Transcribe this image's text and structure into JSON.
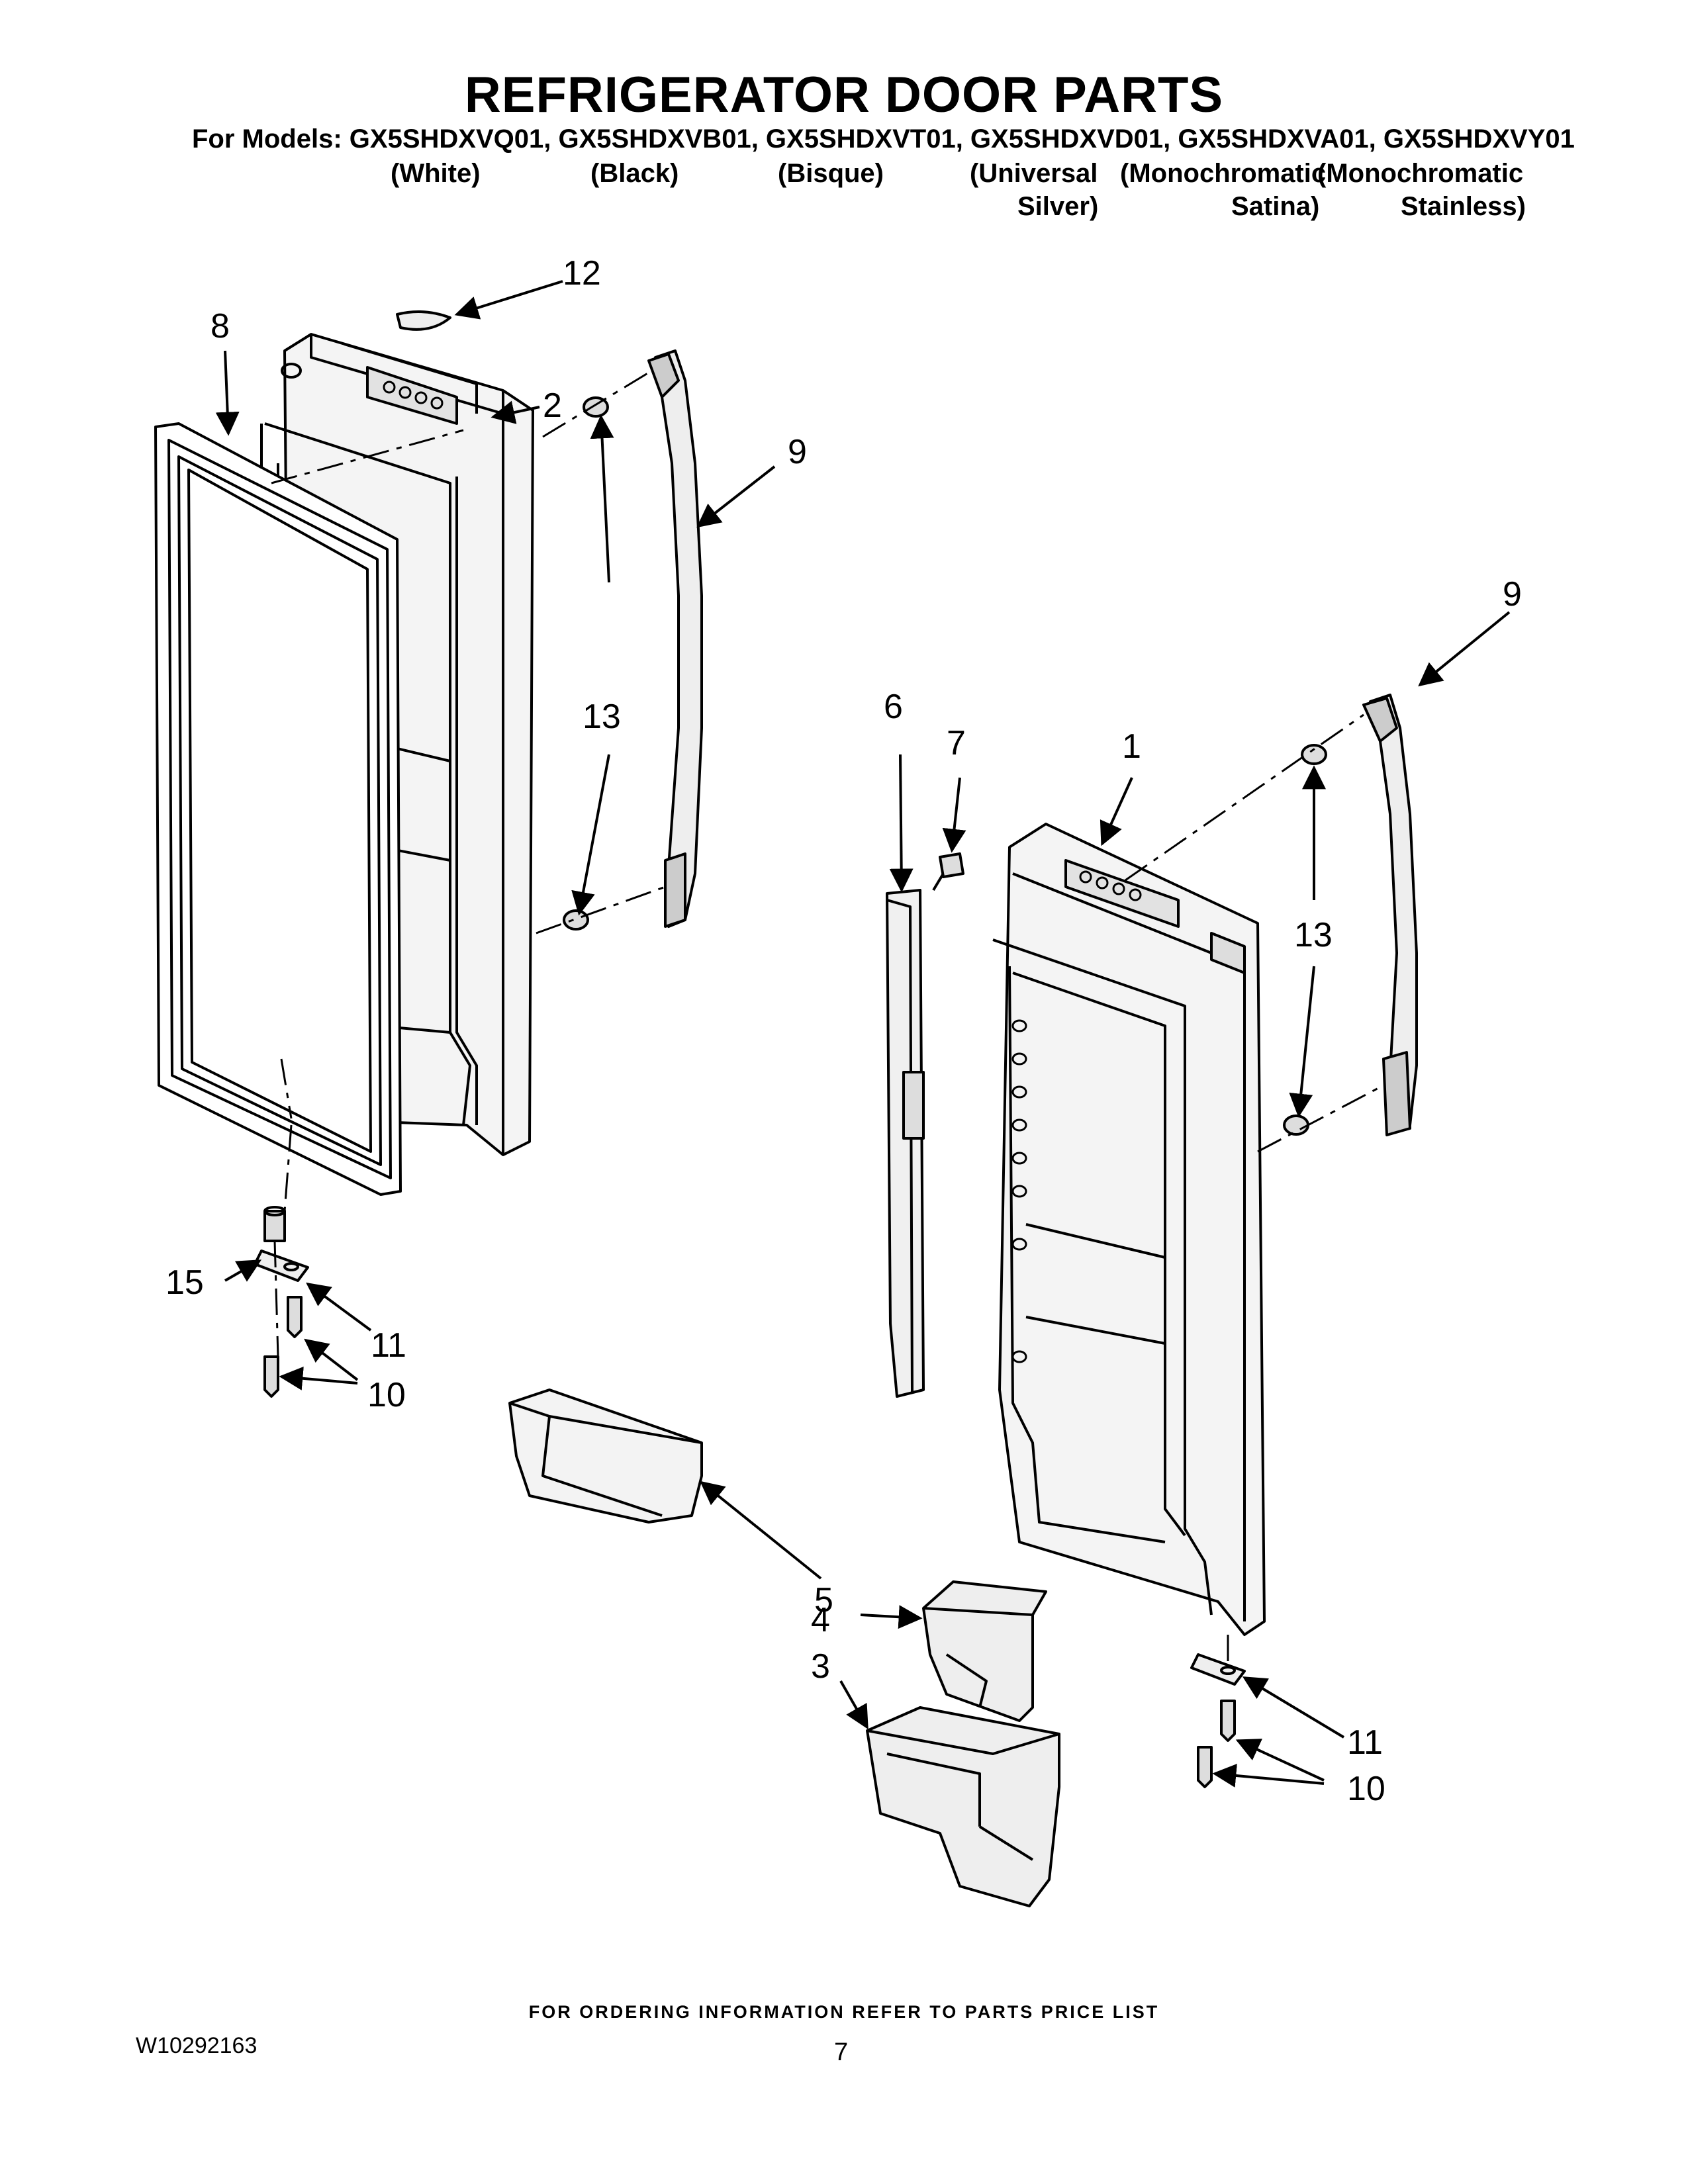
{
  "title": "REFRIGERATOR DOOR PARTS",
  "models_line": "For Models: GX5SHDXVQ01, GX5SHDXVB01, GX5SHDXVT01, GX5SHDXVD01, GX5SHDXVA01, GX5SHDXVY01",
  "variants": [
    {
      "line1": "(White)",
      "line2": ""
    },
    {
      "line1": "(Black)",
      "line2": ""
    },
    {
      "line1": "(Bisque)",
      "line2": ""
    },
    {
      "line1": "(Universal",
      "line2": "Silver)"
    },
    {
      "line1": "(Monochromatic",
      "line2": "Satina)"
    },
    {
      "line1": "(Monochromatic",
      "line2": "Stainless)"
    }
  ],
  "callouts": {
    "c1": "1",
    "c2": "2",
    "c3": "3",
    "c4": "4",
    "c5": "5",
    "c6": "6",
    "c7": "7",
    "c8": "8",
    "c9a": "9",
    "c9b": "9",
    "c10a": "10",
    "c10b": "10",
    "c11a": "11",
    "c11b": "11",
    "c12": "12",
    "c13a": "13",
    "c13b": "13",
    "c15": "15"
  },
  "footer_note": "FOR ORDERING INFORMATION REFER TO PARTS PRICE LIST",
  "doc_number": "W10292163",
  "page_number": "7"
}
